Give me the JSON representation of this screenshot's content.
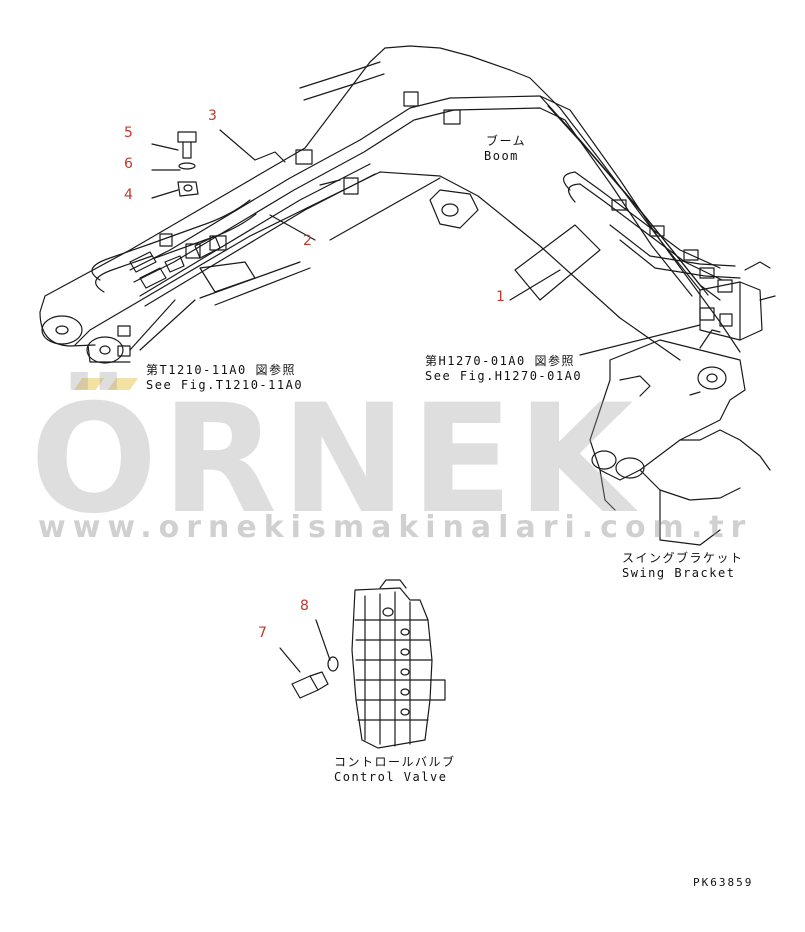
{
  "callouts": {
    "c1": "1",
    "c2": "2",
    "c3": "3",
    "c4": "4",
    "c5": "5",
    "c6": "6",
    "c7": "7",
    "c8": "8"
  },
  "labels": {
    "boom_jp": "ブーム",
    "boom_en": "Boom",
    "ref_t1210_jp": "第T1210-11A0 図参照",
    "ref_t1210_en": "See Fig.T1210-11A0",
    "ref_h1270_jp": "第H1270-01A0 図参照",
    "ref_h1270_en": "See Fig.H1270-01A0",
    "swing_jp": "スイングブラケット",
    "swing_en": "Swing Bracket",
    "cv_jp": "コントロールバルブ",
    "cv_en": "Control Valve",
    "figure_code": "PK63859"
  },
  "watermark": {
    "brand": "ÖRNEK",
    "url": "www.ornekismakinalari.com.tr"
  },
  "colors": {
    "line": "#1a1a1a",
    "callout": "#c0392b",
    "watermark": "#a0a0a0",
    "watermark_dots": "#ebc85a"
  }
}
